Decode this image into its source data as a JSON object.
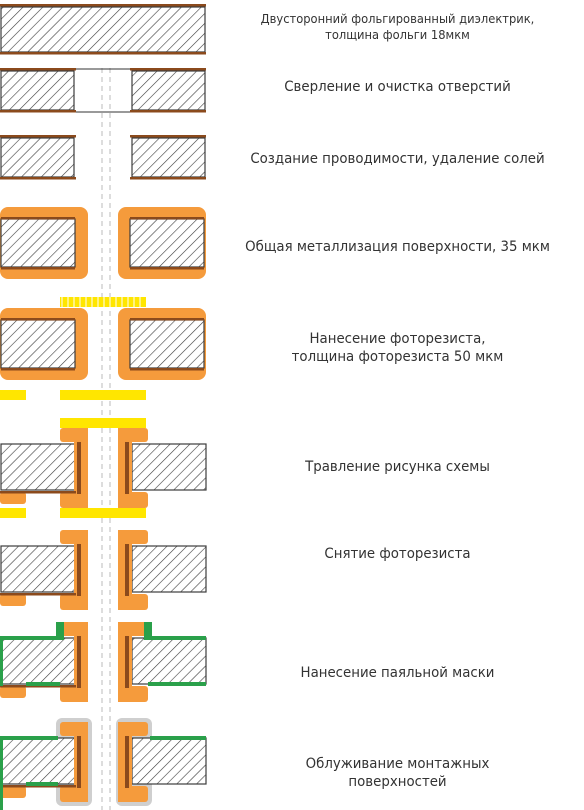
{
  "colors": {
    "hatch": "#3c3c3c",
    "copper": "#8b4a1c",
    "plating": "#f59b3c",
    "photoresist": "#ffe600",
    "mask": "#2aa04a",
    "tin": "#cfcfcf",
    "text": "#333333"
  },
  "steps": [
    {
      "lines": [
        "Двусторонний фольгированный диэлектрик,",
        "толщина фольги 18мкм"
      ]
    },
    {
      "lines": [
        "Сверление и очистка отверстий"
      ]
    },
    {
      "lines": [
        "Создание проводимости, удаление солей"
      ]
    },
    {
      "lines": [
        "Общая металлизация поверхности, 35 мкм"
      ]
    },
    {
      "lines": [
        "Нанесение фоторезиста,",
        "толщина фоторезиста 50 мкм"
      ]
    },
    {
      "lines": [
        "Травление рисунка схемы"
      ]
    },
    {
      "lines": [
        "Снятие фоторезиста"
      ]
    },
    {
      "lines": [
        "Нанесение паяльной маски"
      ]
    },
    {
      "lines": [
        "Облуживание монтажных",
        "поверхностей"
      ]
    }
  ]
}
